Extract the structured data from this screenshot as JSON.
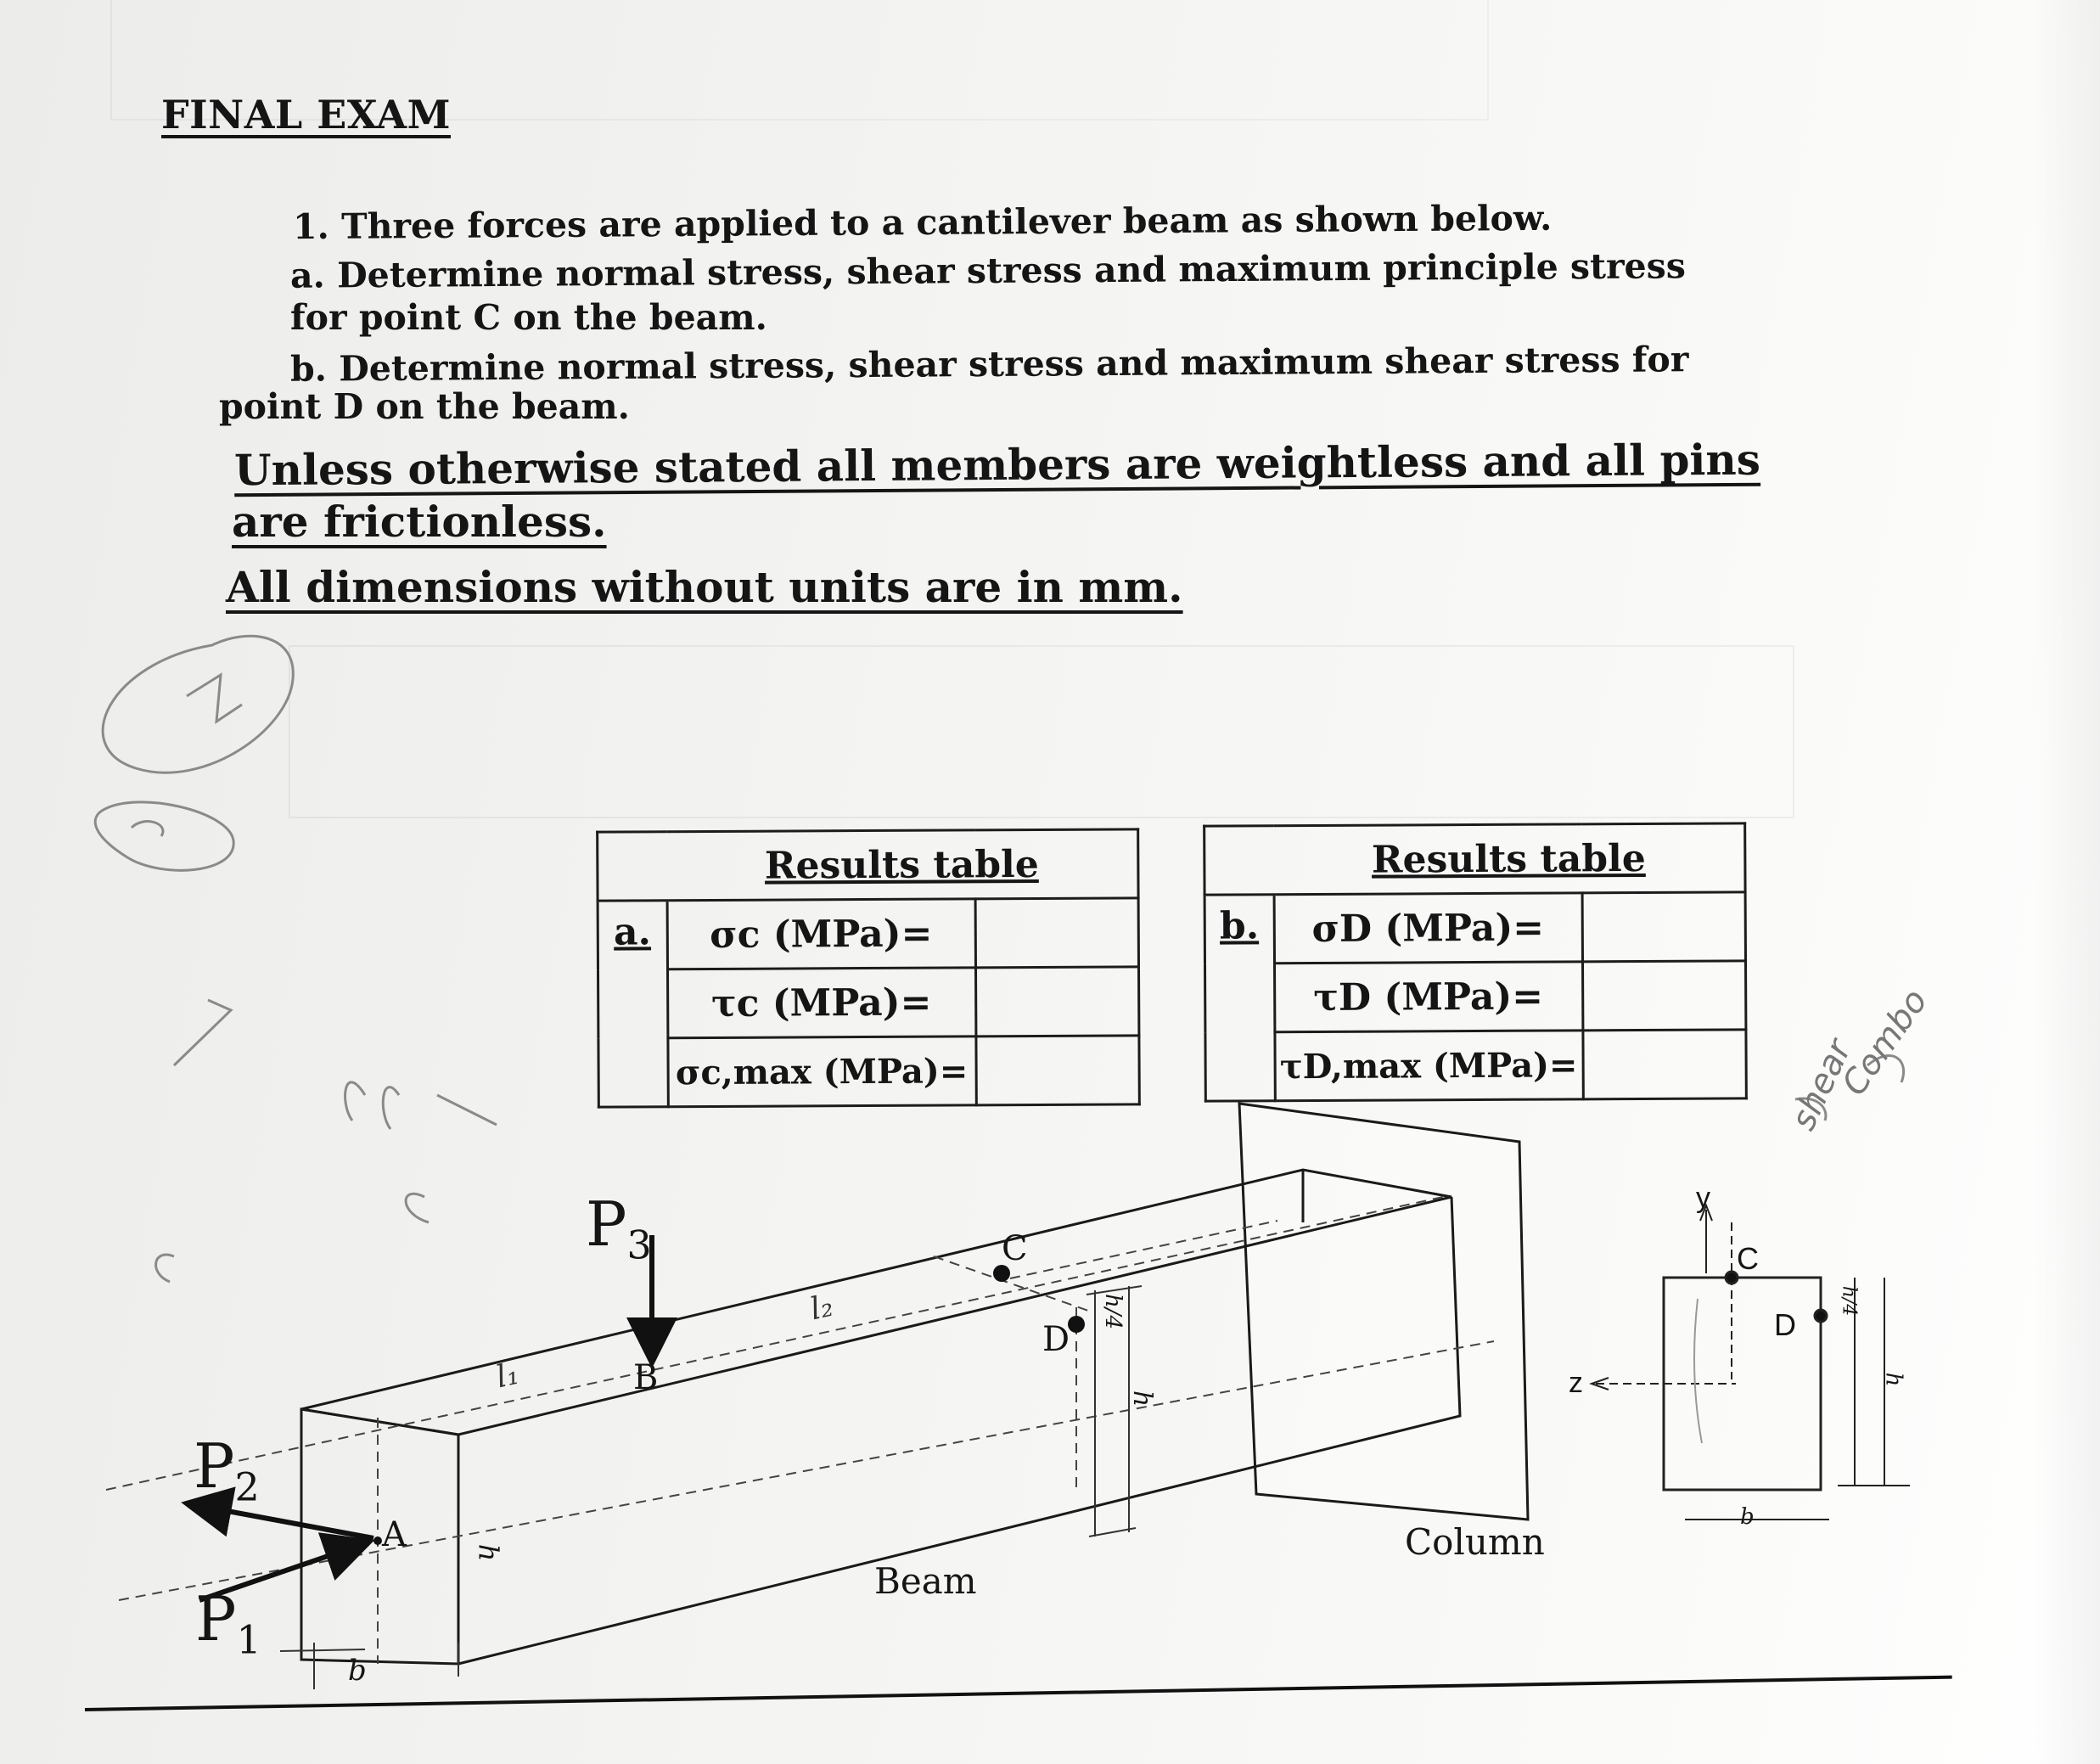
{
  "header": {
    "title": "FINAL EXAM"
  },
  "question": {
    "line1": "1.   Three forces are applied to a cantilever beam as shown below.",
    "line2": "a. Determine normal stress, shear stress and maximum principle stress",
    "line3": "for point C on the beam.",
    "line4": "b. Determine normal stress, shear stress and maximum shear stress for",
    "line5": "point D on the beam."
  },
  "notes": {
    "line1": "Unless otherwise stated all members are weightless and all pins",
    "line2": "are frictionless.",
    "line3": "All dimensions without units are in mm."
  },
  "table_a": {
    "tag": "a.",
    "heading": "Results table",
    "rows": [
      "σc (MPa)=",
      "τc (MPa)=",
      "σc,max (MPa)="
    ],
    "answers": [
      "",
      "",
      ""
    ]
  },
  "table_b": {
    "tag": "b.",
    "heading": "Results table",
    "rows": [
      "σD (MPa)=",
      "τD (MPa)=",
      "τD,max (MPa)="
    ],
    "answers": [
      "",
      "",
      ""
    ]
  },
  "diagram": {
    "labels": {
      "p1": "P",
      "p1_sub": "1",
      "p2": "P",
      "p2_sub": "2",
      "p3": "P",
      "p3_sub": "3",
      "a": "A",
      "b_point": "B",
      "c": "C",
      "d": "D",
      "beam": "Beam",
      "column": "Column",
      "l1": "l₁",
      "l2": "l₂",
      "h": "h",
      "b": "b",
      "h_quarter": "h/4",
      "y_axis": "y",
      "z_axis": "z",
      "cs_c": "C",
      "cs_d": "D",
      "cs_b": "b",
      "cs_h": "h",
      "cs_h_quarter": "h/4"
    }
  },
  "handwriting": {
    "margin_note_1": "shear",
    "margin_note_2": "Combo"
  },
  "colors": {
    "ink": "#151515",
    "pencil": "#7a7a7a",
    "paper": "#f6f6f3"
  }
}
